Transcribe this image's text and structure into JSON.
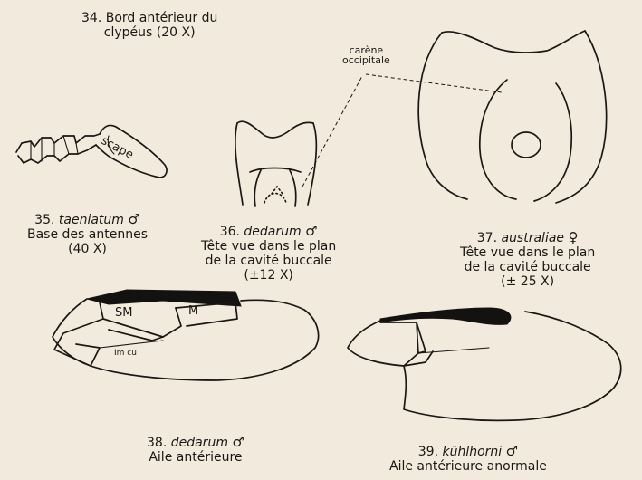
{
  "fig34": {
    "number": "34.",
    "line1": "Bord antérieur du",
    "line2": "clypéus (20 X)"
  },
  "fig35": {
    "number": "35.",
    "taxon": "taeniatum",
    "sex": "♂",
    "line1": "Base des antennes",
    "line2": "(40 X)",
    "part_label": "scape"
  },
  "fig36": {
    "number": "36.",
    "taxon": "dedarum",
    "sex": "♂",
    "line1": "Tête vue dans le plan",
    "line2": "de la cavité buccale",
    "line3": "(±12 X)"
  },
  "fig37": {
    "number": "37.",
    "taxon": "australiae",
    "sex": "♀",
    "line1": "Tête vue dans le plan",
    "line2": "de la cavité buccale",
    "line3": "(± 25 X)",
    "callout1": "carène",
    "callout2": "occipitale"
  },
  "fig38": {
    "number": "38.",
    "taxon": "dedarum",
    "sex": "♂",
    "line1": "Aile antérieure",
    "cell_sm": "SM",
    "cell_m": "M",
    "small_label": "Im cu"
  },
  "fig39": {
    "number": "39.",
    "taxon": "kühlhorni",
    "sex": "♂",
    "line1": "Aile antérieure anormale"
  }
}
